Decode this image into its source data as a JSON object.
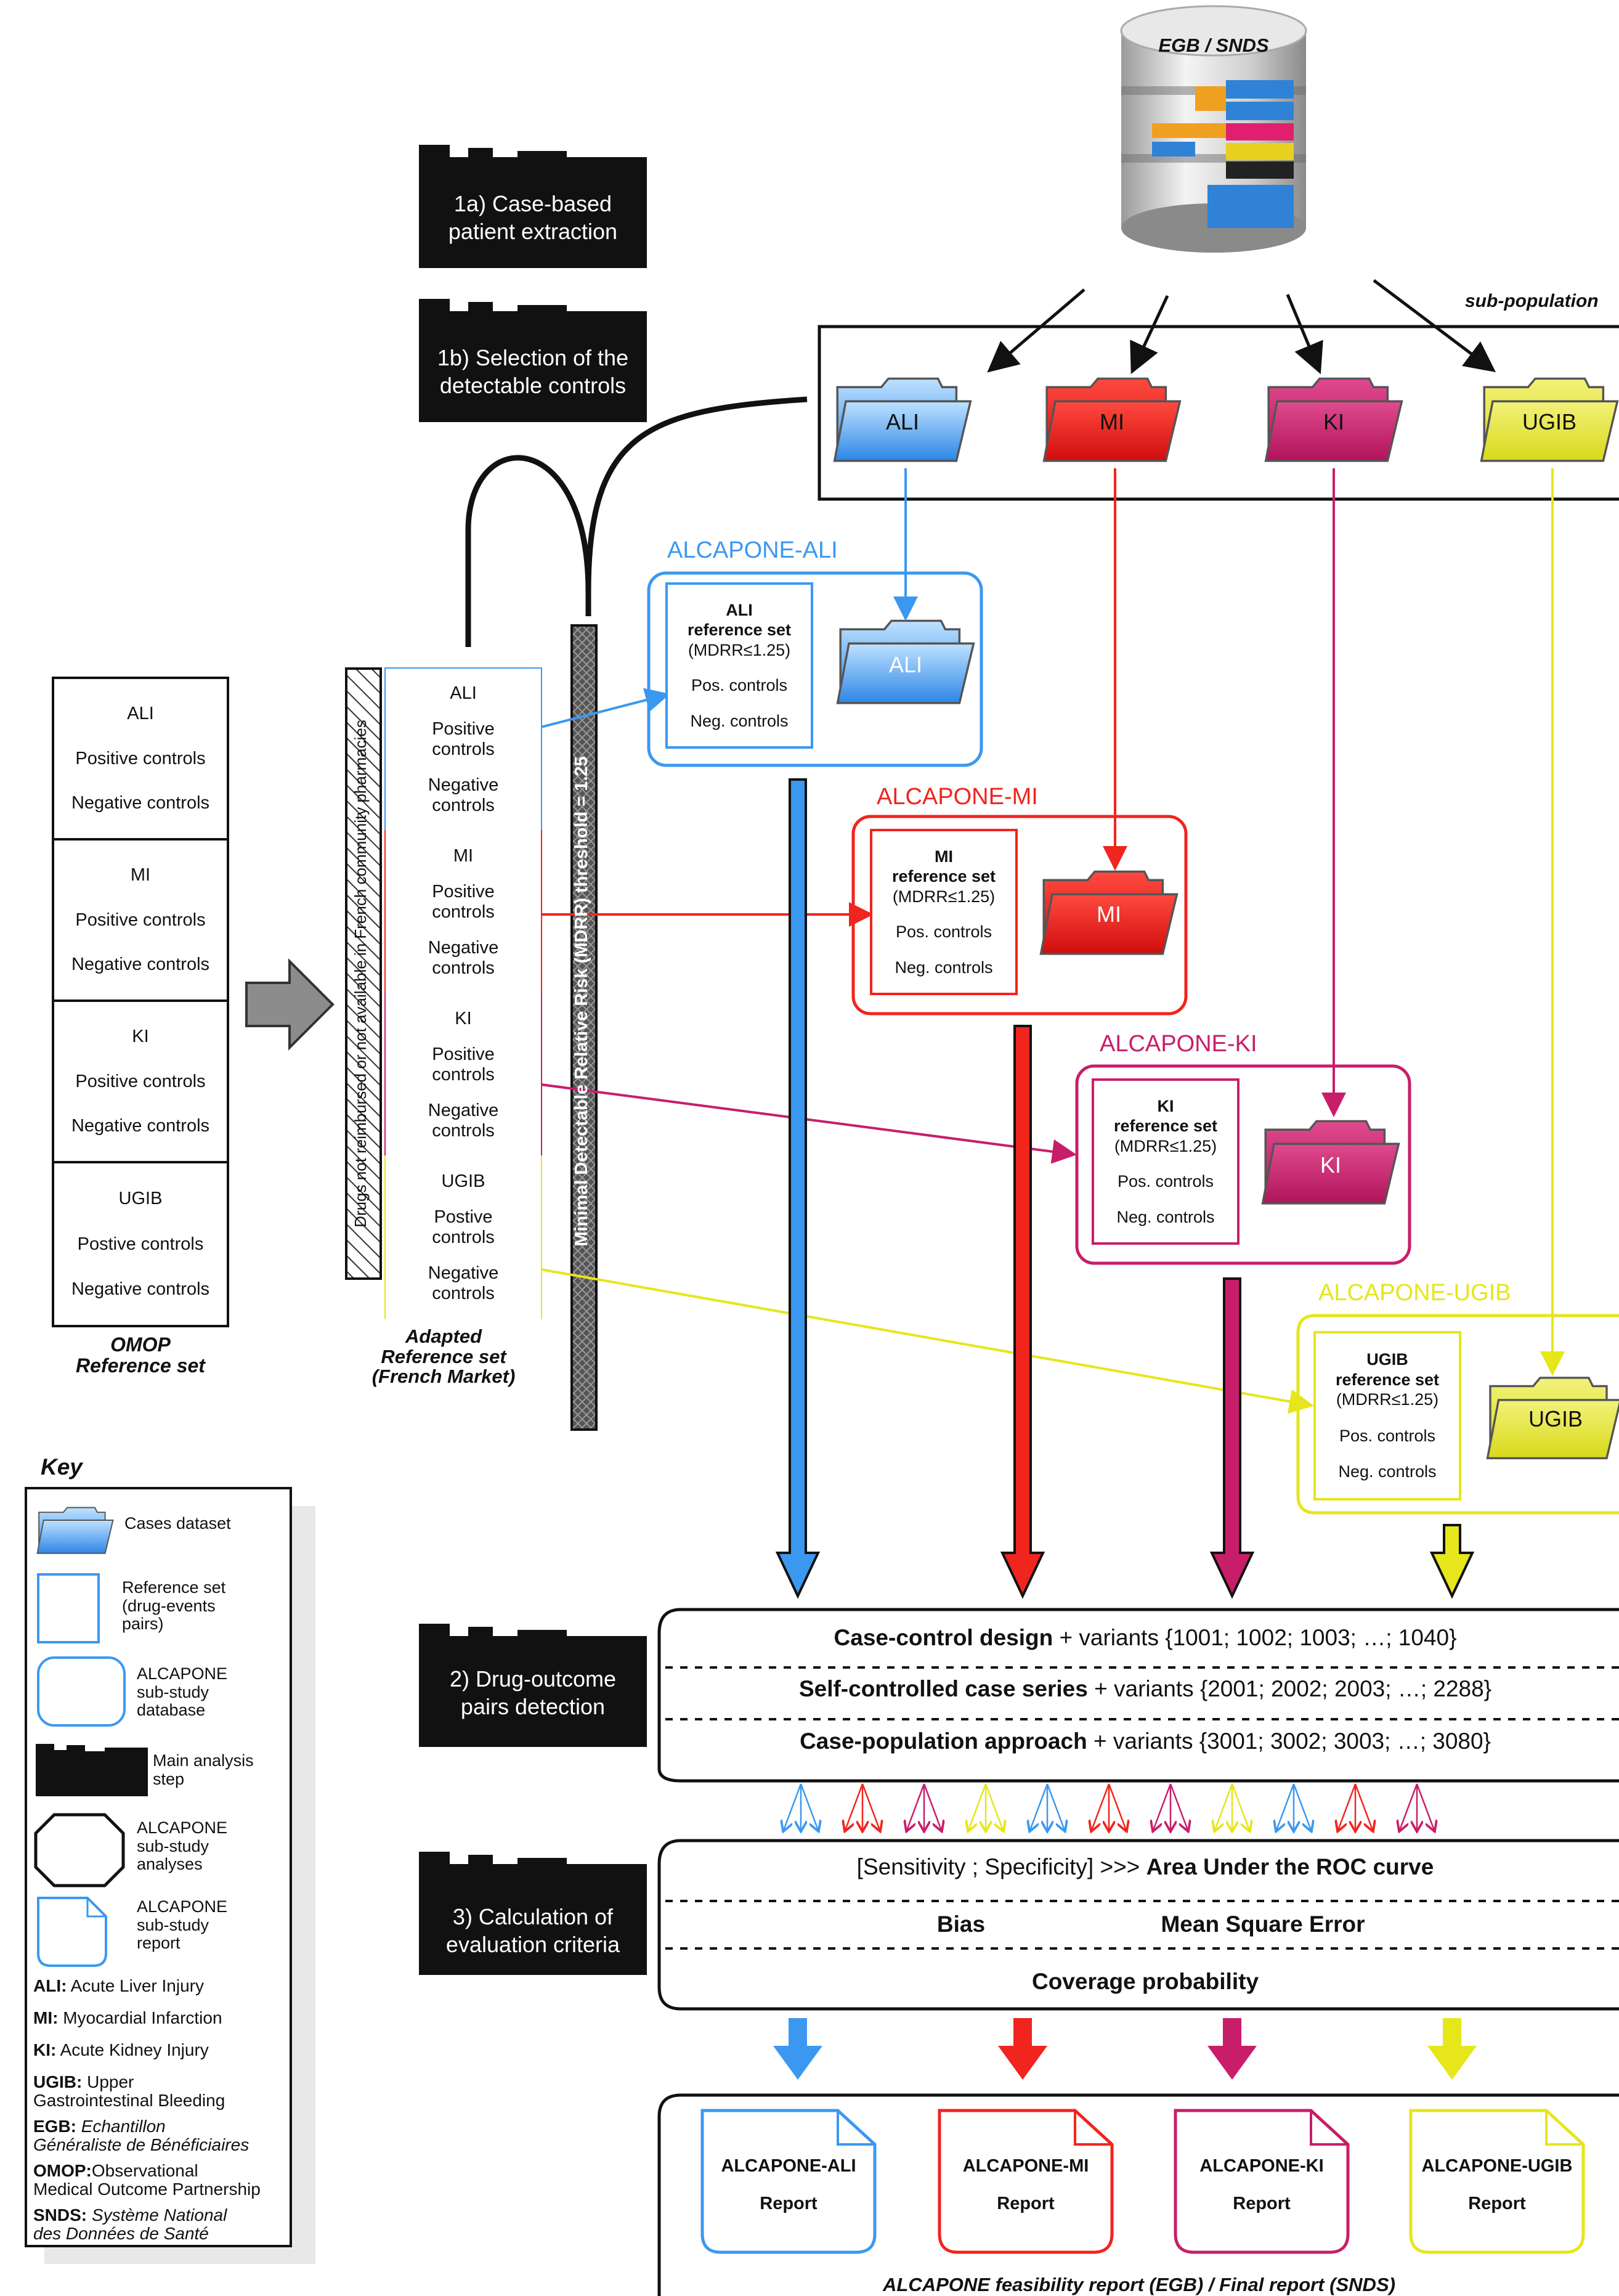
{
  "database": {
    "label": "EGB / SNDS"
  },
  "steps": {
    "step1a": [
      "1a) Case-based",
      "patient extraction"
    ],
    "step1b": [
      "1b) Selection of the",
      "detectable controls"
    ],
    "step2": [
      "2) Drug-outcome",
      "pairs detection"
    ],
    "step3": [
      "3) Calculation of",
      "evaluation criteria"
    ]
  },
  "subpopulation": {
    "label": "sub-population",
    "folders": [
      "ALI",
      "MI",
      "KI",
      "UGIB"
    ]
  },
  "omop_table": {
    "caption": [
      "OMOP",
      "Reference set"
    ],
    "rows": [
      {
        "outcome": "ALI",
        "pos": "Positive controls",
        "neg": "Negative controls"
      },
      {
        "outcome": "MI",
        "pos": "Positive controls",
        "neg": "Negative controls"
      },
      {
        "outcome": "KI",
        "pos": "Positive controls",
        "neg": "Negative controls"
      },
      {
        "outcome": "UGIB",
        "pos": "Postive controls",
        "neg": "Negative controls"
      }
    ]
  },
  "adapted_table": {
    "caption": [
      "Adapted",
      "Reference set",
      "(French Market)"
    ],
    "hatched_label": "Drugs not reimbursed or not available in French community pharmacies",
    "threshold_label": "Minimal Detectable Relative Risk (MDRR) threshold = 1.25",
    "rows": [
      {
        "outcome": "ALI",
        "pos": [
          "Positive",
          "controls"
        ],
        "neg": [
          "Negative",
          "controls"
        ]
      },
      {
        "outcome": "MI",
        "pos": [
          "Positive",
          "controls"
        ],
        "neg": [
          "Negative",
          "controls"
        ]
      },
      {
        "outcome": "KI",
        "pos": [
          "Positive",
          "controls"
        ],
        "neg": [
          "Negative",
          "controls"
        ]
      },
      {
        "outcome": "UGIB",
        "pos": [
          "Postive",
          "controls"
        ],
        "neg": [
          "Negative",
          "controls"
        ]
      }
    ]
  },
  "substudies": [
    {
      "title": "ALCAPONE-ALI",
      "ref_title": [
        "ALI",
        "reference set"
      ],
      "mdrr": "(MDRR≤1.25)",
      "pos": "Pos. controls",
      "neg": "Neg. controls",
      "folder": "ALI"
    },
    {
      "title": "ALCAPONE-MI",
      "ref_title": [
        "MI",
        "reference set"
      ],
      "mdrr": "(MDRR≤1.25)",
      "pos": "Pos. controls",
      "neg": "Neg. controls",
      "folder": "MI"
    },
    {
      "title": "ALCAPONE-KI",
      "ref_title": [
        "KI",
        "reference set"
      ],
      "mdrr": "(MDRR≤1.25)",
      "pos": "Pos. controls",
      "neg": "Neg. controls",
      "folder": "KI"
    },
    {
      "title": "ALCAPONE-UGIB",
      "ref_title": [
        "UGIB",
        "reference set"
      ],
      "mdrr": "(MDRR≤1.25)",
      "pos": "Pos. controls",
      "neg": "Neg. controls",
      "folder": "UGIB"
    }
  ],
  "analyses": [
    {
      "bold": "Case-control design",
      "rest": " + variants {1001; 1002; 1003; …; 1040}"
    },
    {
      "bold": "Self-controlled case series",
      "rest": " + variants {2001; 2002; 2003; …; 2288}"
    },
    {
      "bold": "Case-population approach",
      "rest": " + variants {3001; 3002; 3003; …; 3080}"
    }
  ],
  "criteria": {
    "row1_plain": "[Sensitivity ; Specificity] >>> ",
    "row1_bold": "Area Under the ROC curve",
    "bias": "Bias",
    "mse": "Mean Square Error",
    "coverage": "Coverage probability"
  },
  "reports": [
    {
      "name": "ALCAPONE-ALI",
      "label": "Report"
    },
    {
      "name": "ALCAPONE-MI",
      "label": "Report"
    },
    {
      "name": "ALCAPONE-KI",
      "label": "Report"
    },
    {
      "name": "ALCAPONE-UGIB",
      "label": "Report"
    }
  ],
  "final_caption": "ALCAPONE feasibility report (EGB) / Final report (SNDS)",
  "key": {
    "title": "Key",
    "items": [
      {
        "label": "Cases dataset"
      },
      {
        "label": "Reference set\n(drug-events\npairs)"
      },
      {
        "label": "ALCAPONE\nsub-study\ndatabase"
      },
      {
        "label": "Main analysis\nstep"
      },
      {
        "label": "ALCAPONE\nsub-study\nanalyses"
      },
      {
        "label": "ALCAPONE\nsub-study\nreport"
      }
    ],
    "abbreviations": [
      {
        "abbr": "ALI:",
        "def": " Acute Liver Injury"
      },
      {
        "abbr": "MI:",
        "def": " Myocardial Infarction"
      },
      {
        "abbr": "KI:",
        "def": " Acute Kidney Injury"
      },
      {
        "abbr": "UGIB:",
        "def": " Upper\nGastrointestinal Bleeding"
      },
      {
        "abbr": "EGB:",
        "def": " Echantillon\nGénéraliste de Bénéficiaires"
      },
      {
        "abbr": "OMOP:",
        "def": "Observational\nMedical Outcome Partnership"
      },
      {
        "abbr": "SNDS:",
        "def": " Système National\ndes Données de Santé"
      }
    ]
  },
  "colors": {
    "ALI": "#3b98f0",
    "MI": "#f0251e",
    "KI": "#c81e6a",
    "UGIB": "#e6e61a",
    "ink": "#111111"
  }
}
